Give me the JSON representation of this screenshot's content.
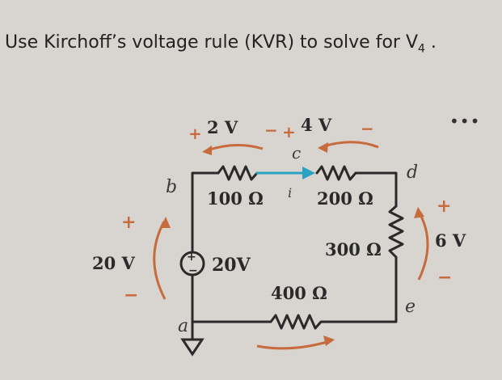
{
  "question": {
    "prefix": "Use Kirchoff’s voltage rule (KVR) to solve for V",
    "subscript": "4",
    "suffix": " ."
  },
  "menu": {
    "dots": "•••"
  },
  "diagram": {
    "top_left_voltage": {
      "plus": "+",
      "value": "2 V",
      "minus": "−"
    },
    "top_right_voltage": {
      "plus": "+",
      "value": "4 V",
      "minus": "−"
    },
    "node_c": "c",
    "node_b": "b",
    "node_d": "d",
    "node_a": "a",
    "node_e": "e",
    "current": "i",
    "r_100": "100 Ω",
    "r_200": "200 Ω",
    "r_300": "300 Ω",
    "r_400": "400 Ω",
    "source_20v_label": "20V",
    "source_plus": "+",
    "source_minus": "−",
    "left_voltage": {
      "plus": "+",
      "value": "20 V",
      "minus": "−"
    },
    "right_voltage": {
      "plus": "+",
      "value": "6 V",
      "minus": "−"
    }
  },
  "colors": {
    "orange": "#c76a3c",
    "teal": "#2aa3c2",
    "ink": "#2a2a2a"
  }
}
